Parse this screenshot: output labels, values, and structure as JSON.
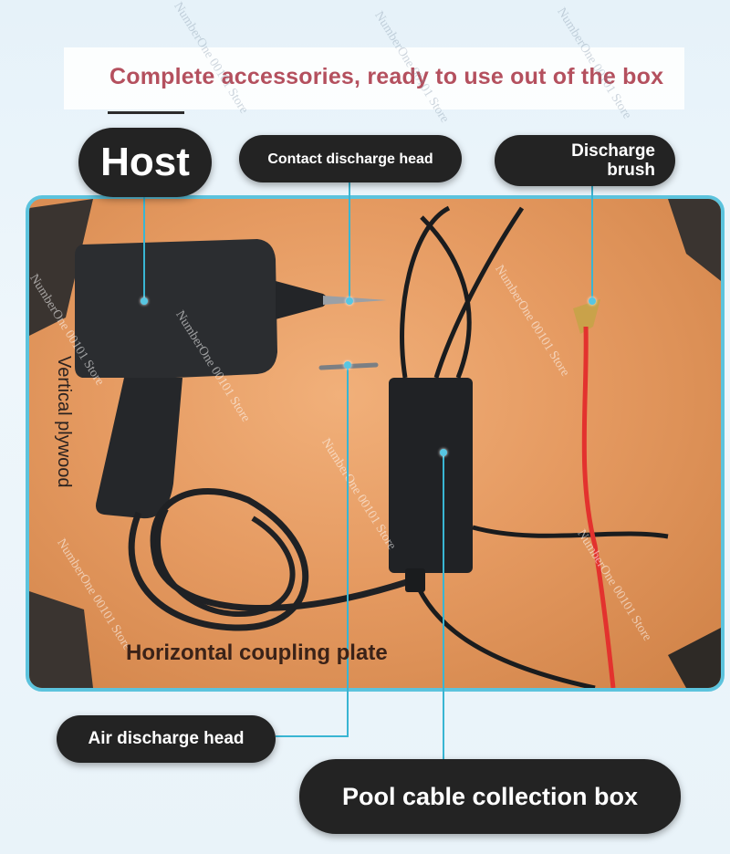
{
  "header": {
    "title": "Complete accessories, ready to use out of the box"
  },
  "labels": {
    "host": "Host",
    "contact_discharge_head": "Contact discharge head",
    "discharge_brush": "Discharge brush",
    "vertical_plywood": "Vertical plywood",
    "horizontal_coupling_plate": "Horizontal coupling plate",
    "air_discharge_head": "Air discharge head",
    "pool_cable_collection_box": "Pool cable collection box"
  },
  "watermark": "NumberOne 00101 Store",
  "colors": {
    "title": "#b4505e",
    "pill_bg": "#232323",
    "frame_border": "#5cc3dd",
    "leader": "#39b5d3"
  }
}
